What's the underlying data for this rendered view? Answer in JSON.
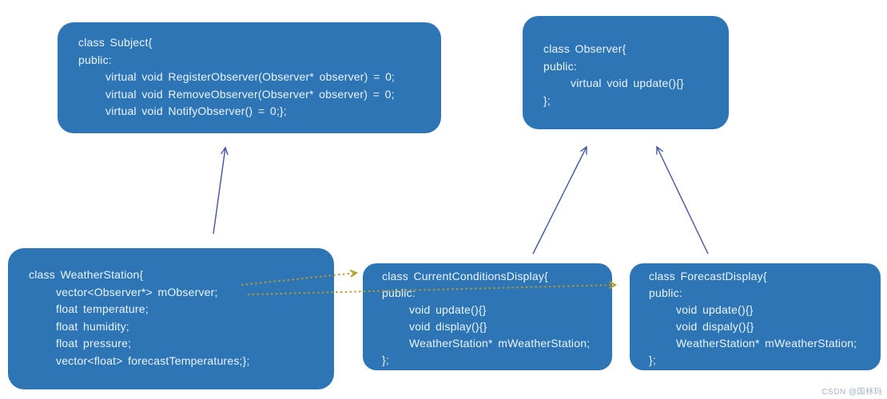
{
  "colors": {
    "bg": "#ffffff",
    "box-fill": "#2e75b6",
    "box-text": "#eaf4fd",
    "arrow-solid": "#4355a5",
    "arrow-dotted": "#b49b2d",
    "watermark": "#a6b4ca"
  },
  "boxes": {
    "subject": {
      "lines": [
        "class Subject{",
        "public:",
        "virtual void RegisterObserver(Observer* observer) = 0;",
        "virtual void RemoveObserver(Observer* observer) = 0;",
        "virtual void NotifyObserver() = 0;};"
      ]
    },
    "observer": {
      "lines": [
        "class Observer{",
        "public:",
        "virtual void update(){}",
        "};"
      ]
    },
    "weather_station": {
      "lines": [
        "class WeatherStation{",
        "vector<Observer*> mObserver;",
        "float temperature;",
        "float humidity;",
        "float pressure;",
        "vector<float> forecastTemperatures;};"
      ]
    },
    "current_conditions_display": {
      "lines": [
        "class CurrentConditionsDisplay{",
        "public:",
        "void update(){}",
        "void display(){}",
        "WeatherStation* mWeatherStation;",
        "};"
      ]
    },
    "forecast_display": {
      "lines": [
        "class ForecastDisplay{",
        "public:",
        "void update(){}",
        "void dispaly(){}",
        "WeatherStation* mWeatherStation;",
        "};"
      ]
    }
  },
  "relationships": {
    "solid_arrows": [
      "WeatherStation -> Subject",
      "CurrentConditionsDisplay -> Observer",
      "ForecastDisplay -> Observer"
    ],
    "dotted_arrows": [
      "WeatherStation.mObserver -> CurrentConditionsDisplay",
      "WeatherStation.mObserver -> ForecastDisplay"
    ]
  },
  "watermark": "CSDN @国林玛"
}
